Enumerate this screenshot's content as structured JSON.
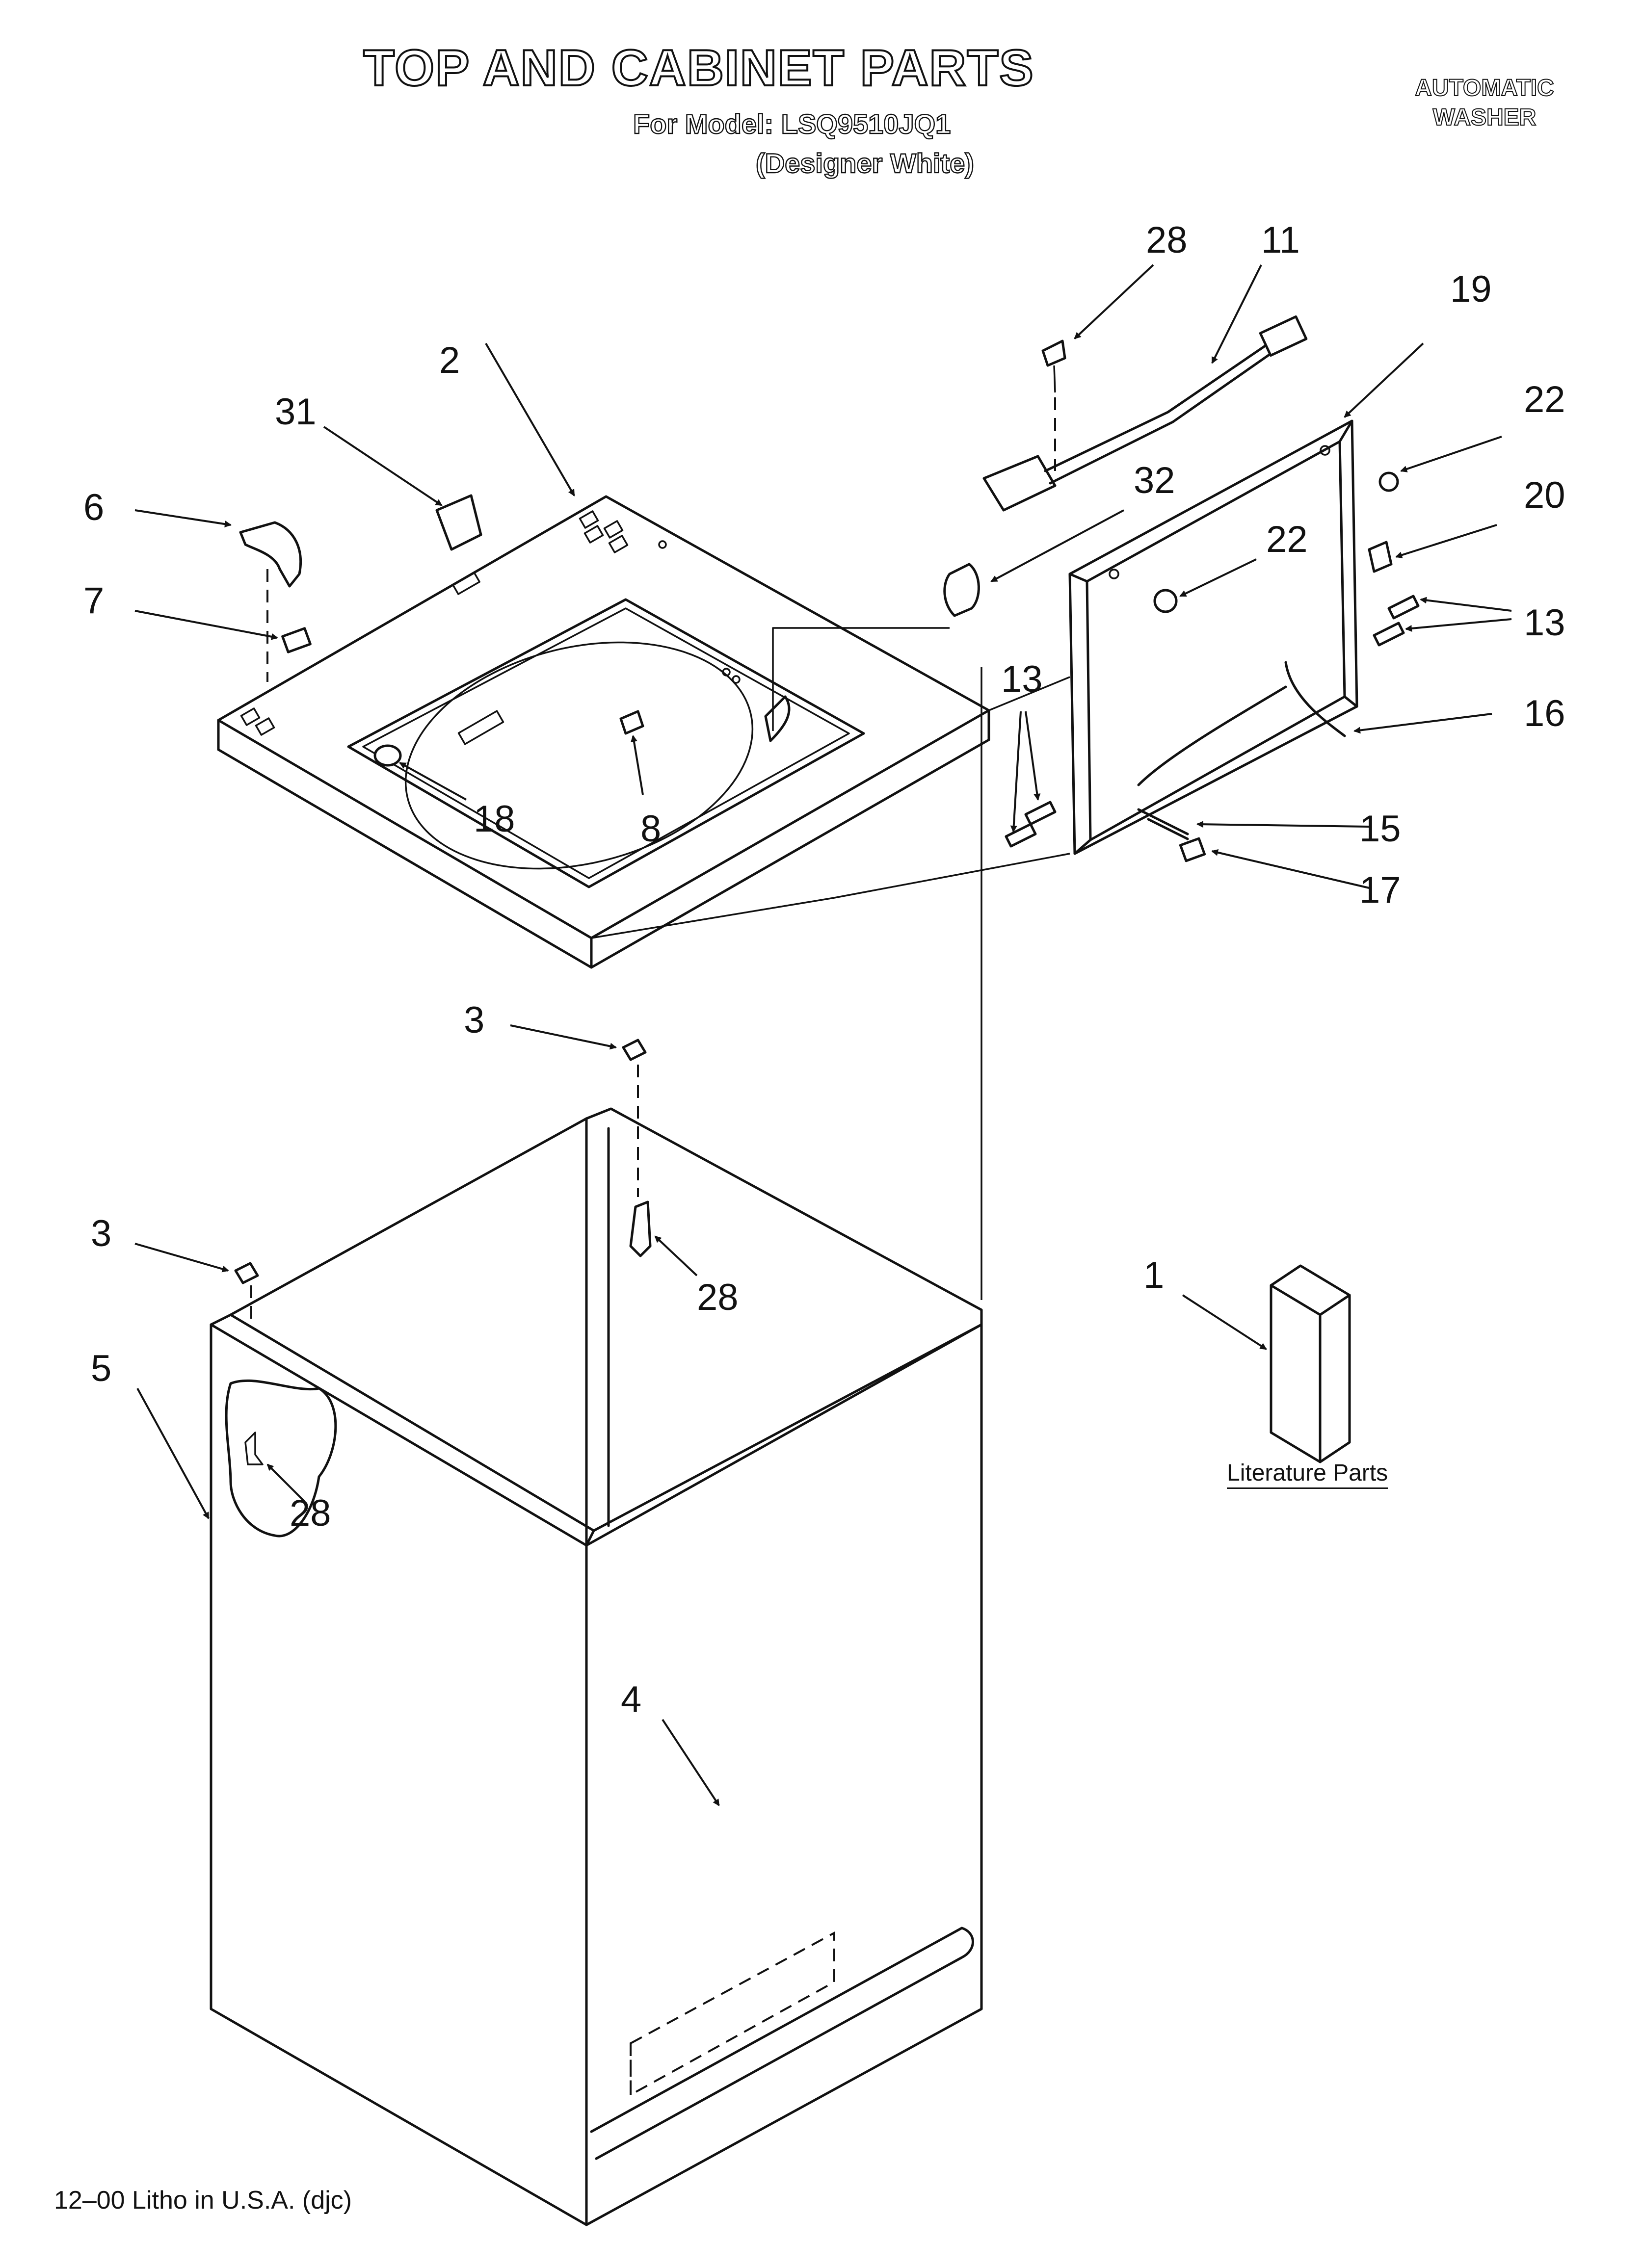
{
  "header": {
    "title": "TOP AND CABINET PARTS",
    "model_line": "For Model: LSQ9510JQ1",
    "variant": "(Designer White)",
    "appliance_type_line1": "AUTOMATIC",
    "appliance_type_line2": "WASHER"
  },
  "footer": {
    "print_note": "12–00 Litho in U.S.A. (djc)"
  },
  "literature": {
    "label": "Literature Parts"
  },
  "callouts": {
    "c1": "1",
    "c2": "2",
    "c3a": "3",
    "c3b": "3",
    "c4": "4",
    "c5": "5",
    "c6": "6",
    "c7": "7",
    "c8": "8",
    "c11": "11",
    "c13a": "13",
    "c13b": "13",
    "c15": "15",
    "c16": "16",
    "c17": "17",
    "c18": "18",
    "c19": "19",
    "c20": "20",
    "c22a": "22",
    "c22b": "22",
    "c28a": "28",
    "c28b": "28",
    "c28c": "28",
    "c31": "31",
    "c32": "32"
  }
}
